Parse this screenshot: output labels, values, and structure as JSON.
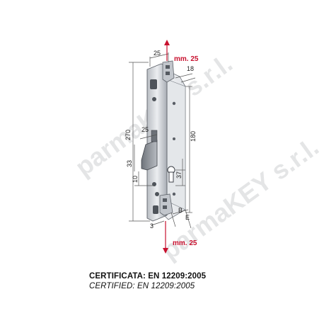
{
  "diagram": {
    "dimensions": {
      "height_total": "270",
      "faceplate_width": "25",
      "depth": "18",
      "body_height": "180",
      "latch_width": "25",
      "latch_height": "33",
      "latch_offset": "10",
      "cylinder_height": "37",
      "faceplate_thickness": "3",
      "label_b": "B",
      "label_e": "E"
    },
    "travel_up": "mm. 25",
    "travel_down": "mm. 25",
    "watermark": "parmaKEY s.r.l.",
    "colors": {
      "arrow": "#c8102e",
      "line": "#555555",
      "plate": "#d9dbdf",
      "plate_dark": "#9ea3aa",
      "body": "#eef0f2"
    }
  },
  "certification": {
    "line1": "CERTIFICATA: EN 12209:2005",
    "line2": "CERTIFIED: EN 12209:2005"
  }
}
